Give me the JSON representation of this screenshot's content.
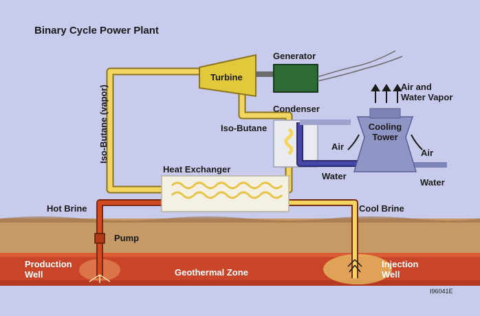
{
  "title": "Binary Cycle Power Plant",
  "labels": {
    "generator": "Generator",
    "turbine": "Turbine",
    "air_water_vapor_line1": "Air and",
    "air_water_vapor_line2": "Water Vapor",
    "condenser": "Condenser",
    "iso_butane_vapor": "Iso-Butane (vapor)",
    "iso_butane": "Iso-Butane",
    "cooling_tower_line1": "Cooling",
    "cooling_tower_line2": "Tower",
    "air_left": "Air",
    "air_right": "Air",
    "water_left": "Water",
    "water_right": "Water",
    "heat_exchanger": "Heat Exchanger",
    "hot_brine": "Hot Brine",
    "cool_brine": "Cool Brine",
    "pump": "Pump",
    "production_well_line1": "Production",
    "production_well_line2": "Well",
    "geothermal_zone": "Geothermal Zone",
    "injection_well_line1": "Injection",
    "injection_well_line2": "Well",
    "figure_id": "I96041E"
  },
  "colors": {
    "background": "#c9cbec",
    "ground": "#c69a66",
    "geothermal_zone": "#c8452a",
    "iso_butane_pipe": "#f3d661",
    "hot_brine_pipe": "#c0421e",
    "water_pipe": "#4646a8",
    "turbine": "#e2c93c",
    "generator": "#2d6a36",
    "cooling_tower": "#8f95c4"
  }
}
